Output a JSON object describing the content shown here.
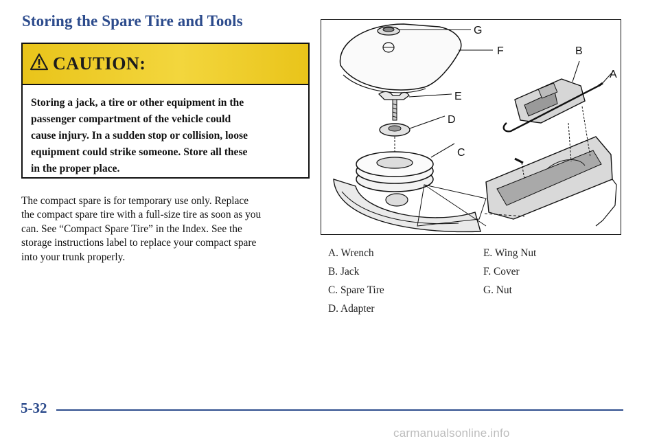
{
  "heading": "Storing the Spare Tire and Tools",
  "caution": {
    "title": "CAUTION:",
    "lines": [
      "Storing a jack, a tire or other equipment in the",
      "passenger compartment of the vehicle could",
      "cause injury. In a sudden stop or collision, loose",
      "equipment could strike someone. Store all these",
      "in the proper place."
    ]
  },
  "body_lines": [
    "The compact spare is for temporary use only. Replace",
    "the compact spare tire with a full-size tire as soon as you",
    "can. See “Compact Spare Tire” in the Index. See the",
    "storage instructions label to replace your compact spare",
    "into your trunk properly."
  ],
  "figure": {
    "callouts": [
      "G",
      "F",
      "B",
      "A",
      "E",
      "D",
      "C"
    ]
  },
  "legend": {
    "left": [
      "A. Wrench",
      "B. Jack",
      "C. Spare Tire",
      "D. Adapter"
    ],
    "right": [
      "E. Wing Nut",
      "F. Cover",
      "G. Nut"
    ]
  },
  "page_number": "5-32",
  "watermark": "carmanualsonline.info",
  "colors": {
    "heading_blue": "#2c4b8c",
    "caution_yellow": "#f0d030"
  }
}
